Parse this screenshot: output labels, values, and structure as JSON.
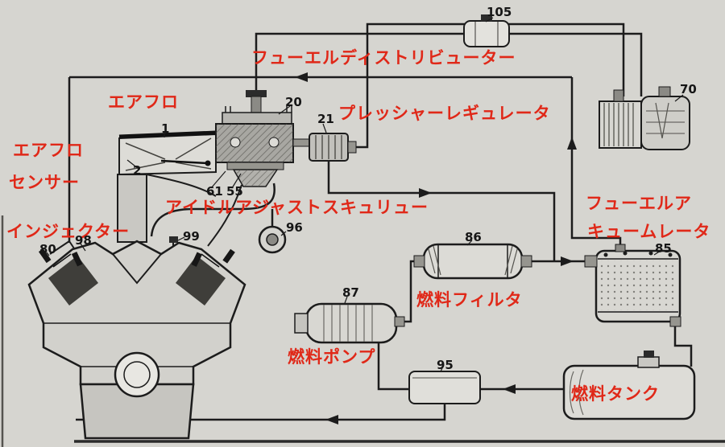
{
  "diagram": {
    "description_type": "fuel-injection-system-schematic",
    "labels": [
      {
        "id": "fuel-distributor",
        "text": "フューエルディストリビューター"
      },
      {
        "id": "airflow-meter",
        "text": "エアフロ"
      },
      {
        "id": "airflow-sensor-line1",
        "text": "エアフロ"
      },
      {
        "id": "airflow-sensor-line2",
        "text": "センサー"
      },
      {
        "id": "idle-adjust-screw",
        "text": "アイドルアジャストスキュリュー"
      },
      {
        "id": "injector",
        "text": "インジェクター"
      },
      {
        "id": "pressure-regulator",
        "text": "プレッシャーレギュレータ"
      },
      {
        "id": "fuel-accumulator-line1",
        "text": "フューエルア"
      },
      {
        "id": "fuel-accumulator-line2",
        "text": "キュームレータ"
      },
      {
        "id": "fuel-filter",
        "text": "燃料フィルタ"
      },
      {
        "id": "fuel-pump",
        "text": "燃料ポンプ"
      },
      {
        "id": "fuel-tank",
        "text": "燃料タンク"
      }
    ],
    "numbers": [
      {
        "id": "105",
        "text": "105"
      },
      {
        "id": "70",
        "text": "70"
      },
      {
        "id": "20",
        "text": "20"
      },
      {
        "id": "21",
        "text": "21"
      },
      {
        "id": "1",
        "text": "1"
      },
      {
        "id": "2",
        "text": "2"
      },
      {
        "id": "61",
        "text": "61"
      },
      {
        "id": "55",
        "text": "55"
      },
      {
        "id": "96",
        "text": "96"
      },
      {
        "id": "99",
        "text": "99"
      },
      {
        "id": "98",
        "text": "98"
      },
      {
        "id": "80",
        "text": "80"
      },
      {
        "id": "86",
        "text": "86"
      },
      {
        "id": "85",
        "text": "85"
      },
      {
        "id": "87",
        "text": "87"
      },
      {
        "id": "95",
        "text": "95"
      }
    ],
    "colors": {
      "label_red": "#e02818",
      "line_black": "#1c1c1c",
      "background": "#d6d5d0"
    }
  }
}
